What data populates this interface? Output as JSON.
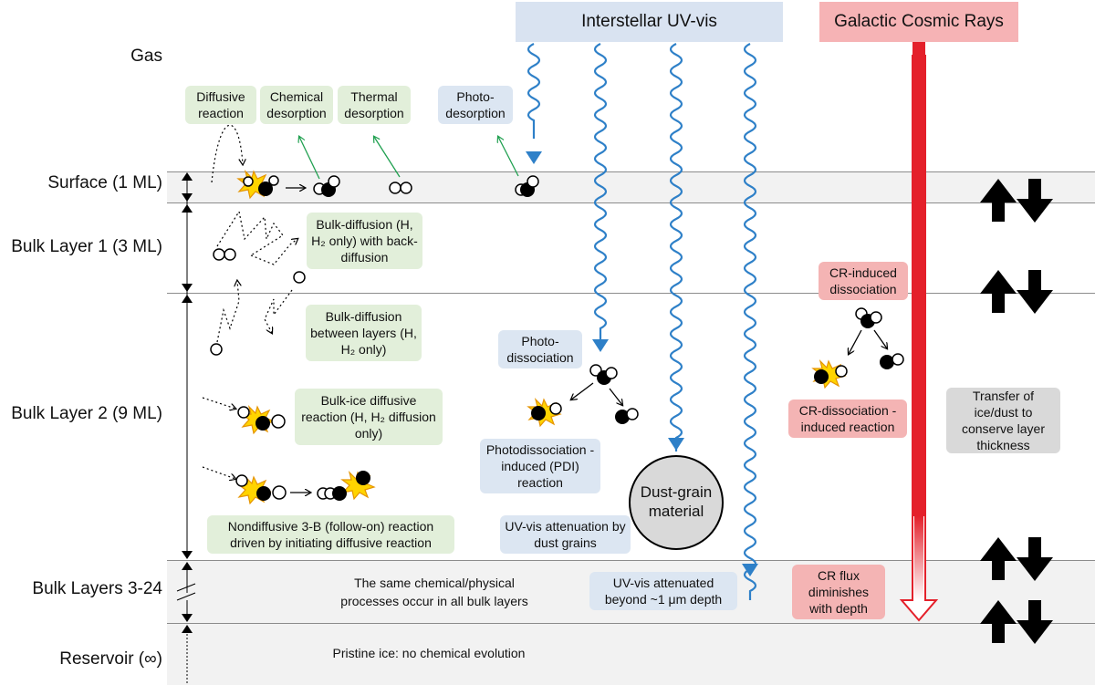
{
  "headers": {
    "uv": "Interstellar UV-vis",
    "cr": "Galactic Cosmic Rays"
  },
  "layers": {
    "gas": "Gas",
    "surface": "Surface (1 ML)",
    "bulk1": "Bulk Layer 1 (3 ML)",
    "bulk2": "Bulk Layer 2 (9 ML)",
    "bulk3": "Bulk Layers 3-24",
    "reservoir": "Reservoir (∞)"
  },
  "gas_processes": {
    "diffusive": "Diffusive reaction",
    "chemical": "Chemical desorption",
    "thermal": "Thermal desorption",
    "photo": "Photo-desorption"
  },
  "bulk_processes": {
    "bulk_diffusion_back": "Bulk-diffusion (H, H₂ only) with back-diffusion",
    "bulk_diffusion_between": "Bulk-diffusion between layers (H, H₂ only)",
    "bulk_ice_reaction": "Bulk-ice diffusive reaction (H, H₂ diffusion only)",
    "nondiffusive": "Nondiffusive 3-B (follow-on) reaction driven by initiating diffusive reaction",
    "photodissociation": "Photo-dissociation",
    "pdi": "Photodissociation -induced (PDI) reaction",
    "uv_attenuation": "UV-vis attenuation by dust grains",
    "uv_attenuated": "UV-vis attenuated beyond ~1 μm depth",
    "dust": "Dust-grain material",
    "cr_dissociation": "CR-induced dissociation",
    "cr_reaction": "CR-dissociation -induced reaction",
    "cr_flux": "CR flux diminishes with depth",
    "transfer": "Transfer of ice/dust to conserve layer thickness",
    "same_processes": "The same chemical/physical processes occur in all bulk layers",
    "pristine": "Pristine ice: no chemical evolution"
  },
  "colors": {
    "uv_header": "#d9e3f1",
    "cr_header": "#f6b3b5",
    "uv_wave": "#2e80c8",
    "cr_arrow": "#e4202a",
    "green_box": "#e2efda",
    "blue_box": "#dce6f2",
    "red_box": "#f4b4b4",
    "grey_box": "#d9d9d9",
    "band": "#f2f2f2"
  }
}
